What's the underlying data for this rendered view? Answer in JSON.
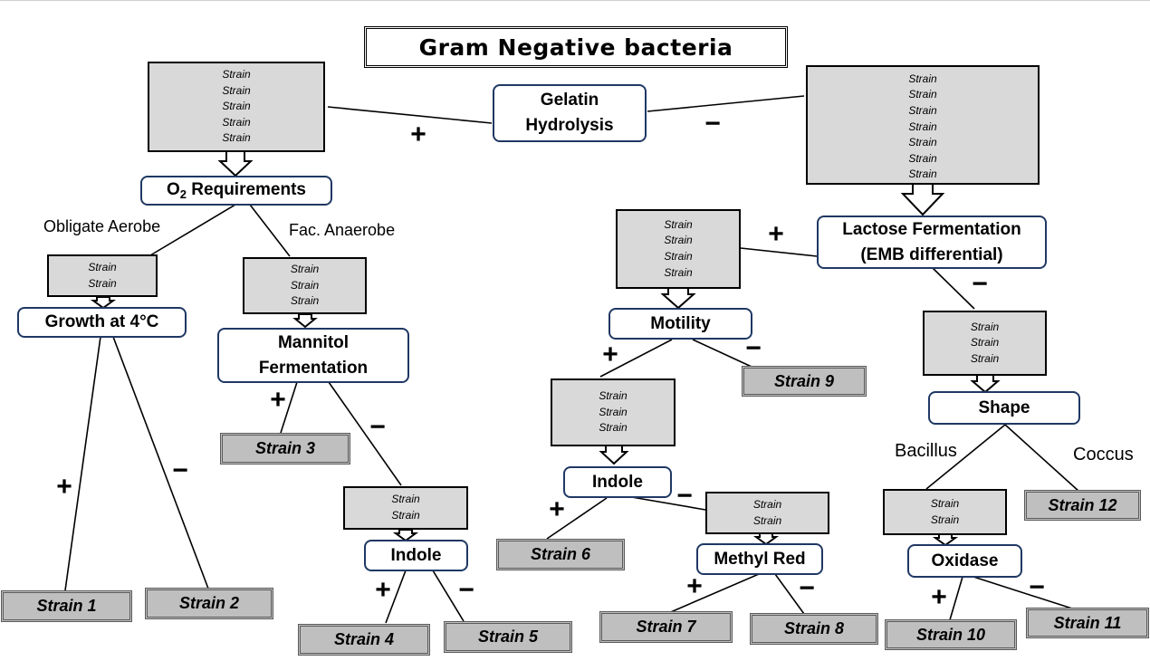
{
  "title": "Gram Negative bacteria",
  "tests": {
    "gelatin": [
      "Gelatin",
      "Hydrolysis"
    ],
    "o2_prefix": "O",
    "o2_sub": "2",
    "o2_suffix": " Requirements",
    "growth4c": "Growth at 4°C",
    "mannitol": [
      "Mannitol",
      "Fermentation"
    ],
    "indole_left": "Indole",
    "lactose": [
      "Lactose Fermentation",
      "(EMB differential)"
    ],
    "motility": "Motility",
    "indole_mid": "Indole",
    "methyl_red": "Methyl Red",
    "shape": "Shape",
    "oxidase": "Oxidase"
  },
  "branch_labels": {
    "obligate_aerobe": "Obligate Aerobe",
    "fac_anaerobe": "Fac. Anaerobe",
    "bacillus": "Bacillus",
    "coccus": "Coccus"
  },
  "signs": {
    "plus": "+",
    "minus": "−"
  },
  "strain_placeholder": "Strain",
  "strain_groups": {
    "gelatin_pos": [
      "Strain",
      "Strain",
      "Strain",
      "Strain",
      "Strain"
    ],
    "gelatin_neg": [
      "Strain",
      "Strain",
      "Strain",
      "Strain",
      "Strain",
      "Strain",
      "Strain"
    ],
    "obligate": [
      "Strain",
      "Strain"
    ],
    "facultative": [
      "Strain",
      "Strain",
      "Strain"
    ],
    "mannitol_neg": [
      "Strain",
      "Strain"
    ],
    "lactose_pos": [
      "Strain",
      "Strain",
      "Strain",
      "Strain"
    ],
    "lactose_neg": [
      "Strain",
      "Strain",
      "Strain"
    ],
    "motility_pos": [
      "Strain",
      "Strain",
      "Strain"
    ],
    "indole_neg": [
      "Strain",
      "Strain"
    ],
    "bacillus": [
      "Strain",
      "Strain"
    ]
  },
  "results": {
    "s1": "Strain 1",
    "s2": "Strain 2",
    "s3": "Strain 3",
    "s4": "Strain 4",
    "s5": "Strain 5",
    "s6": "Strain 6",
    "s7": "Strain 7",
    "s8": "Strain 8",
    "s9": "Strain 9",
    "s10": "Strain 10",
    "s11": "Strain 11",
    "s12": "Strain 12"
  }
}
